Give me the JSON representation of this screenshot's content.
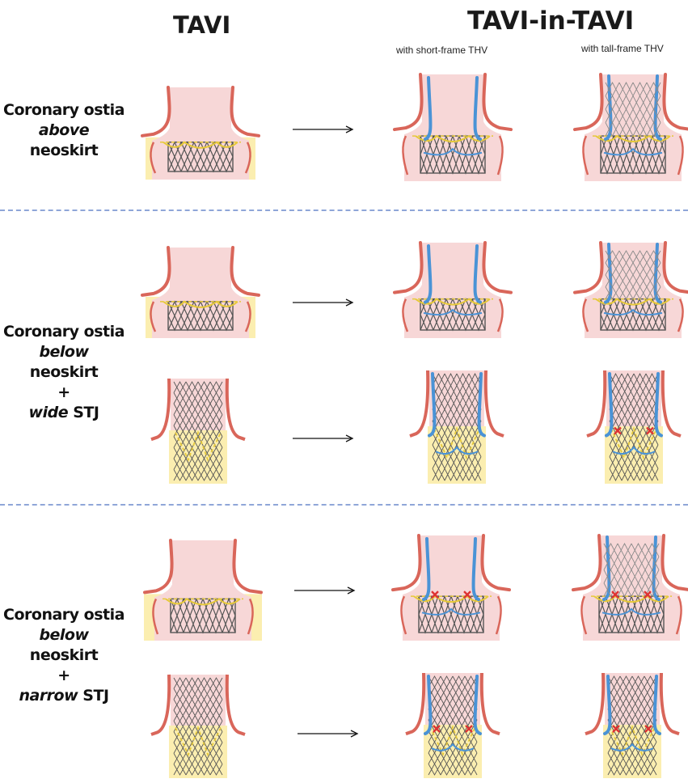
{
  "headers": {
    "tavi": "TAVI",
    "tavi_in_tavi": "TAVI-in-TAVI",
    "short_frame": "with short-frame THV",
    "tall_frame": "with tall-frame THV"
  },
  "rows": [
    {
      "line1": "Coronary ostia",
      "line2": "above",
      "line3": "neoskirt",
      "line4": "",
      "line5": ""
    },
    {
      "line1": "Coronary ostia",
      "line2": "below",
      "line3": "neoskirt",
      "line4": "+",
      "line5": "wide",
      "line5b": "STJ"
    },
    {
      "line1": "Coronary ostia",
      "line2": "below",
      "line3": "neoskirt",
      "line4": "+",
      "line5": "narrow",
      "line5b": "STJ"
    }
  ],
  "colors": {
    "aorta_wall": "#d9665a",
    "lumen": "#f7d7d7",
    "neoskirt_zone": "#fbeeb0",
    "frame": "#555555",
    "leaflet": "#e6c93a",
    "new_thv": "#4a93d6",
    "obstruction": "#d33",
    "separator": "#8fa6d8"
  }
}
